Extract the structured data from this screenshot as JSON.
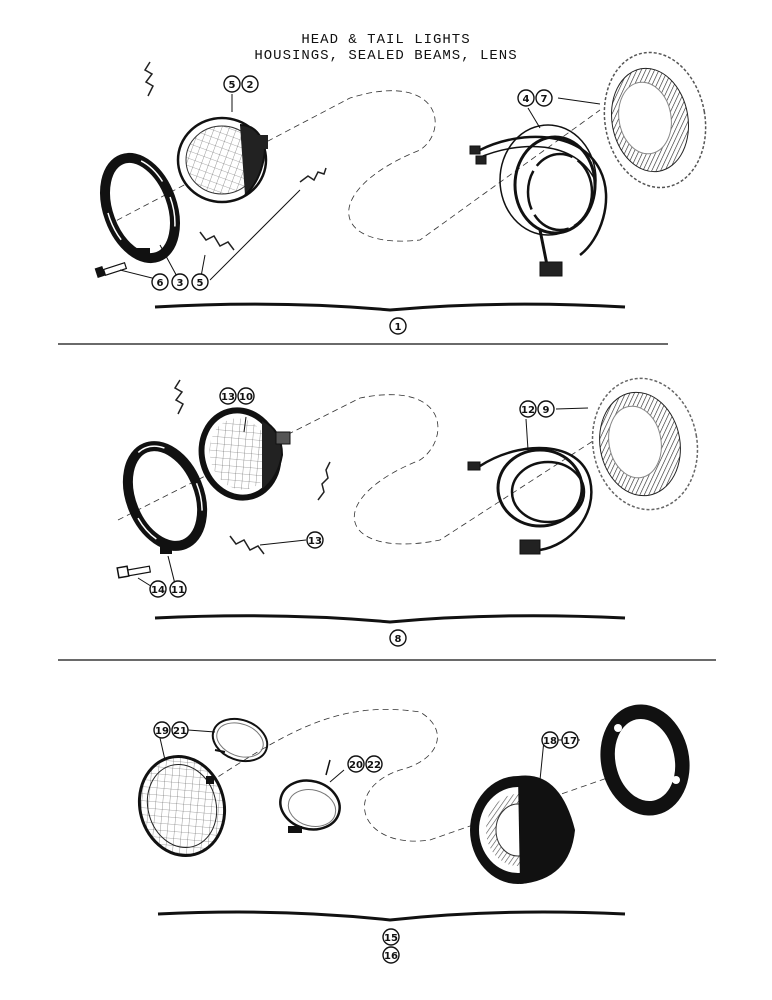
{
  "title": {
    "line1": "HEAD & TAIL LIGHTS",
    "line2": "HOUSINGS, SEALED BEAMS, LENS"
  },
  "callouts": {
    "s1_a": "5",
    "s1_b": "2",
    "s1_c": "4",
    "s1_d": "7",
    "s1_e": "6",
    "s1_f": "3",
    "s1_g": "5",
    "s1_group": "1",
    "s2_a": "13",
    "s2_b": "10",
    "s2_c": "12",
    "s2_d": "9",
    "s2_e": "13",
    "s2_f": "14",
    "s2_g": "11",
    "s2_group": "8",
    "s3_a": "19",
    "s3_b": "21",
    "s3_c": "20",
    "s3_d": "22",
    "s3_e": "18",
    "s3_f": "17",
    "s3_group1": "15",
    "s3_group2": "16"
  },
  "icons": [
    "headlight-housing-icon",
    "sealed-beam-icon",
    "retaining-ring-icon",
    "wiring-harness-icon",
    "tail-light-lens-icon",
    "screw-icon",
    "spring-icon"
  ]
}
